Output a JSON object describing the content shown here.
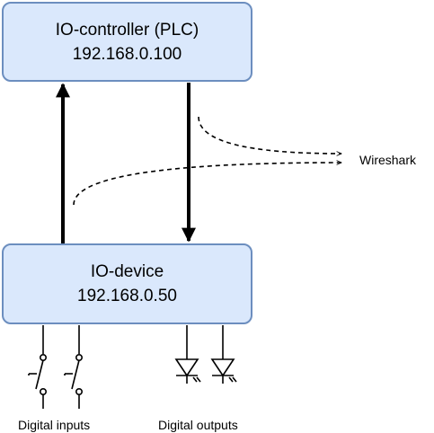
{
  "controller": {
    "name": "IO-controller (PLC)",
    "ip": "192.168.0.100"
  },
  "device": {
    "name": "IO-device",
    "ip": "192.168.0.50"
  },
  "monitor": {
    "label": "Wireshark"
  },
  "inputs": {
    "label": "Digital inputs"
  },
  "outputs": {
    "label": "Digital outputs"
  },
  "colors": {
    "node_fill": "#dae8fc",
    "node_stroke": "#6c8ebf",
    "line": "#000000"
  }
}
